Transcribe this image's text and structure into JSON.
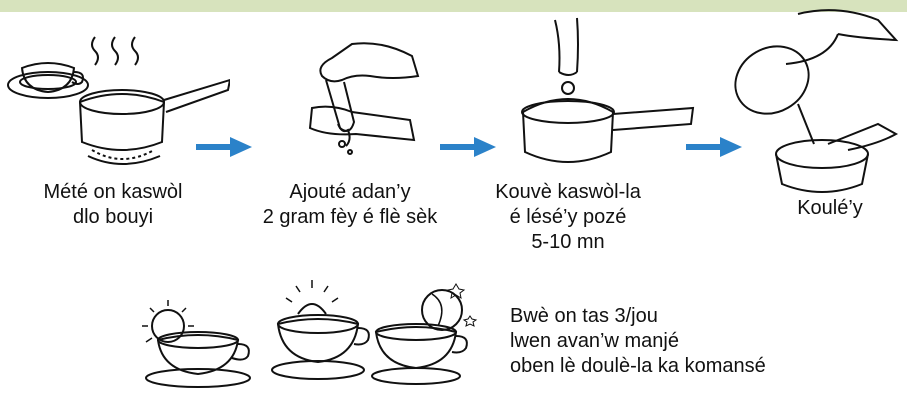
{
  "accent": "#2b82c9",
  "band_color": "#d7e3bd",
  "steps": [
    {
      "lines": [
        "Mété on kaswòl",
        "dlo bouyi"
      ],
      "icon": "boiling-pot-icon"
    },
    {
      "lines": [
        "Ajouté adan’y",
        "2 gram fèy é flè sèk"
      ],
      "icon": "adding-herbs-icon"
    },
    {
      "lines": [
        "Kouvè kaswòl-la",
        "é lésé’y pozé",
        "5-10 mn"
      ],
      "icon": "covered-pot-icon"
    },
    {
      "lines": [
        "Koulé’y"
      ],
      "icon": "straining-icon"
    }
  ],
  "dosage": {
    "lines": [
      "Bwè on tas 3/jou",
      "lwen avan’w manjé",
      "oben lè doulè-la ka komansé"
    ],
    "icons": [
      "morning-sun-cup-icon",
      "noon-sun-cup-icon",
      "night-moon-cup-icon"
    ]
  }
}
